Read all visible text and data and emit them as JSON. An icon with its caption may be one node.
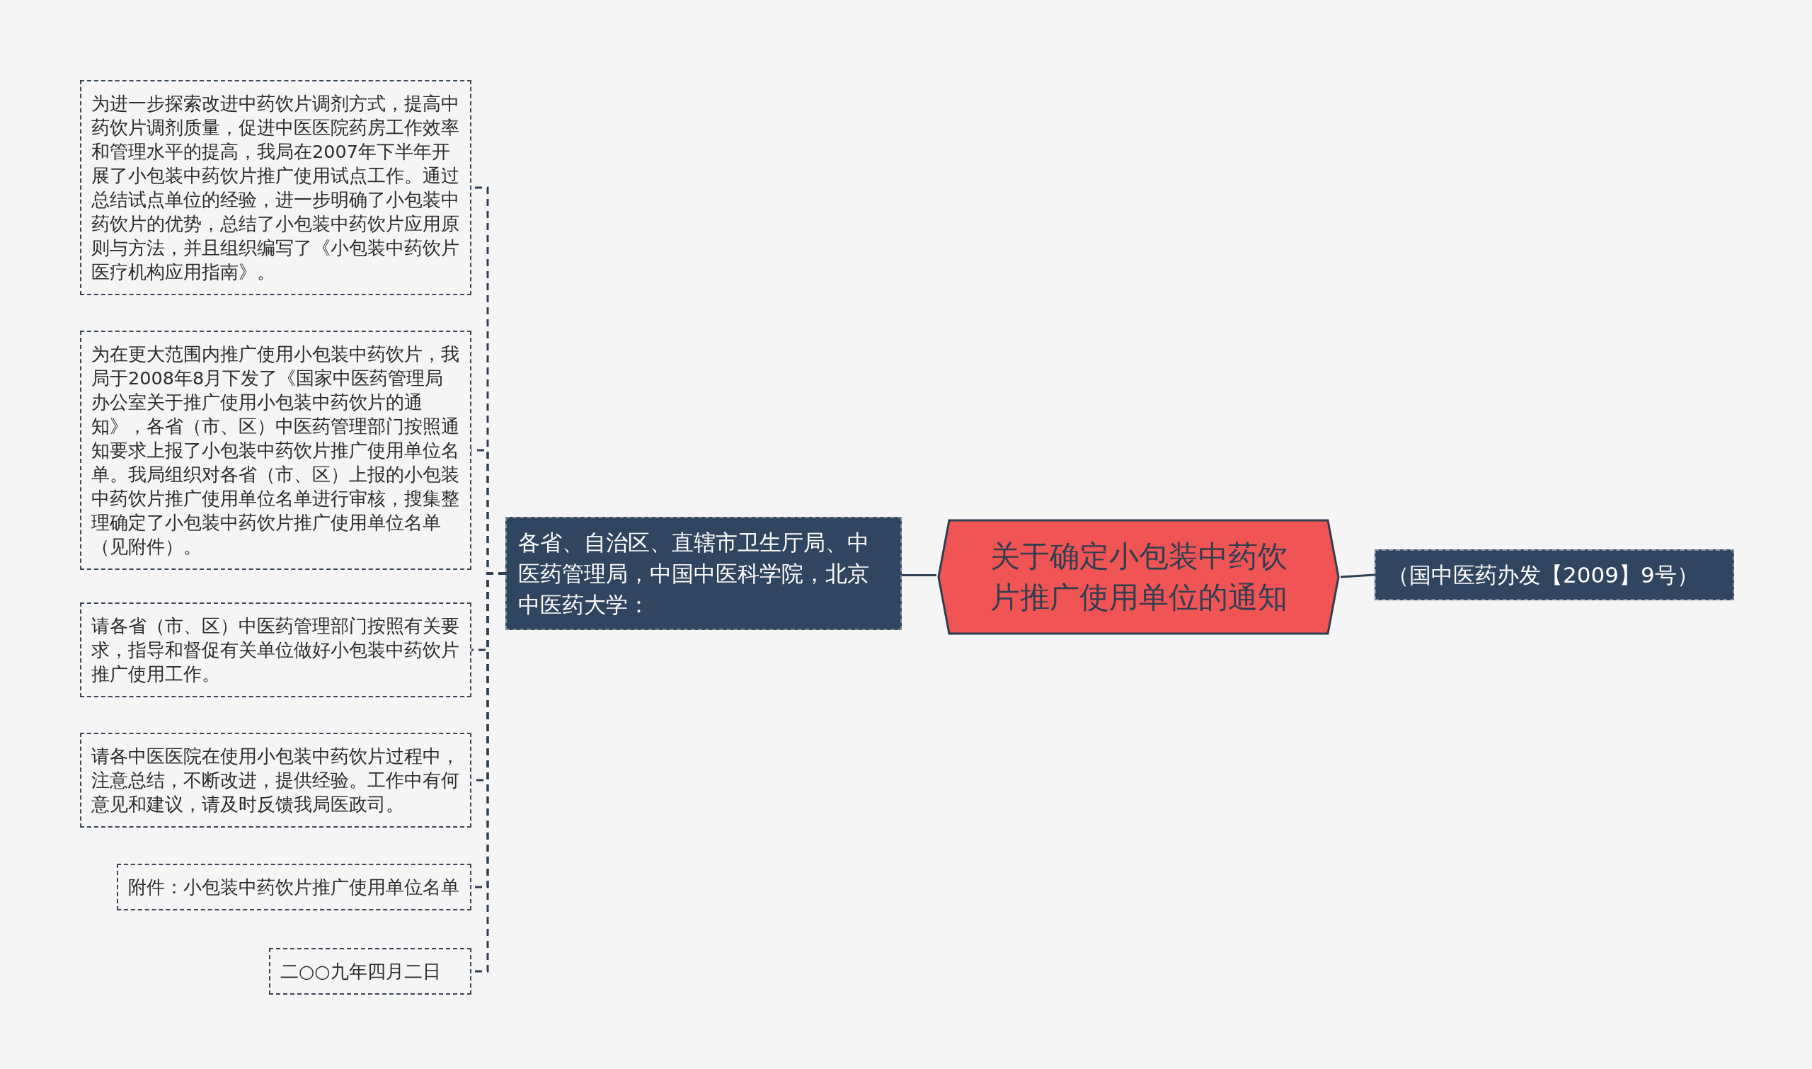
{
  "diagram": {
    "nodes": [
      {
        "text": [
          "关于确定小包装中药饮片推广使用单位的通知"
        ]
      },
      {
        "text": [
          "各省、自治区、直辖市卫生厅局、中医药管理局，中国中医科学院，北京中医药大学："
        ]
      },
      {
        "text": [
          "（国中医药办发【2009】9号）"
        ]
      },
      {
        "text": [
          "为进一步探索改进中药饮片调剂方式，提高中药饮片调剂质量，促进中医医院药房工作效率和管理水平的提高，我局在2007年下半年开展了小包装中药饮片推广使用试点工作。通过总结试点单位的经验，进一步明确了小包装中药饮片的优势，总结了小包装中药饮片应用原则与方法，并且组织编写了《小包装中药饮片医疗机构应用指南》。"
        ]
      },
      {
        "text": [
          "为在更大范围内推广使用小包装中药饮片，我局于2008年8月下发了《国家中医药管理局办公室关于推广使用小包装中药饮片的通知》，各省（市、区）中医药管理部门按照通知要求上报了小包装中药饮片推广使用单位名单。我局组织对各省（市、区）上报的小包装中药饮片推广使用单位名单进行审核，搜集整理确定了小包装中药饮片推广使用单位名单（见附件）。"
        ]
      },
      {
        "text": [
          "请各省（市、区）中医药管理部门按照有关要求，指导和督促有关单位做好小包装中药饮片推广使用工作。"
        ]
      },
      {
        "text": [
          "请各中医医院在使用小包装中药饮片过程中，注意总结，不断改进，提供经验。工作中有何意见和建议，请及时反馈我局医政司。"
        ]
      },
      {
        "text": [
          "附件：小包装中药饮片推广使用单位名单"
        ]
      },
      {
        "text": [
          "二○○九年四月二日"
        ]
      }
    ],
    "edges": [
      {
        "from": 0,
        "to": 1,
        "arrow": "none"
      },
      {
        "from": 0,
        "to": 2,
        "arrow": "none"
      },
      {
        "from": 1,
        "to": 3,
        "arrow": "none",
        "style": "dashed"
      },
      {
        "from": 1,
        "to": 4,
        "arrow": "none",
        "style": "dashed"
      },
      {
        "from": 1,
        "to": 5,
        "arrow": "none",
        "style": "dashed"
      },
      {
        "from": 1,
        "to": 6,
        "arrow": "none",
        "style": "dashed"
      },
      {
        "from": 1,
        "to": 7,
        "arrow": "none",
        "style": "dashed"
      },
      {
        "from": 1,
        "to": 8,
        "arrow": "none",
        "style": "dashed"
      }
    ]
  }
}
